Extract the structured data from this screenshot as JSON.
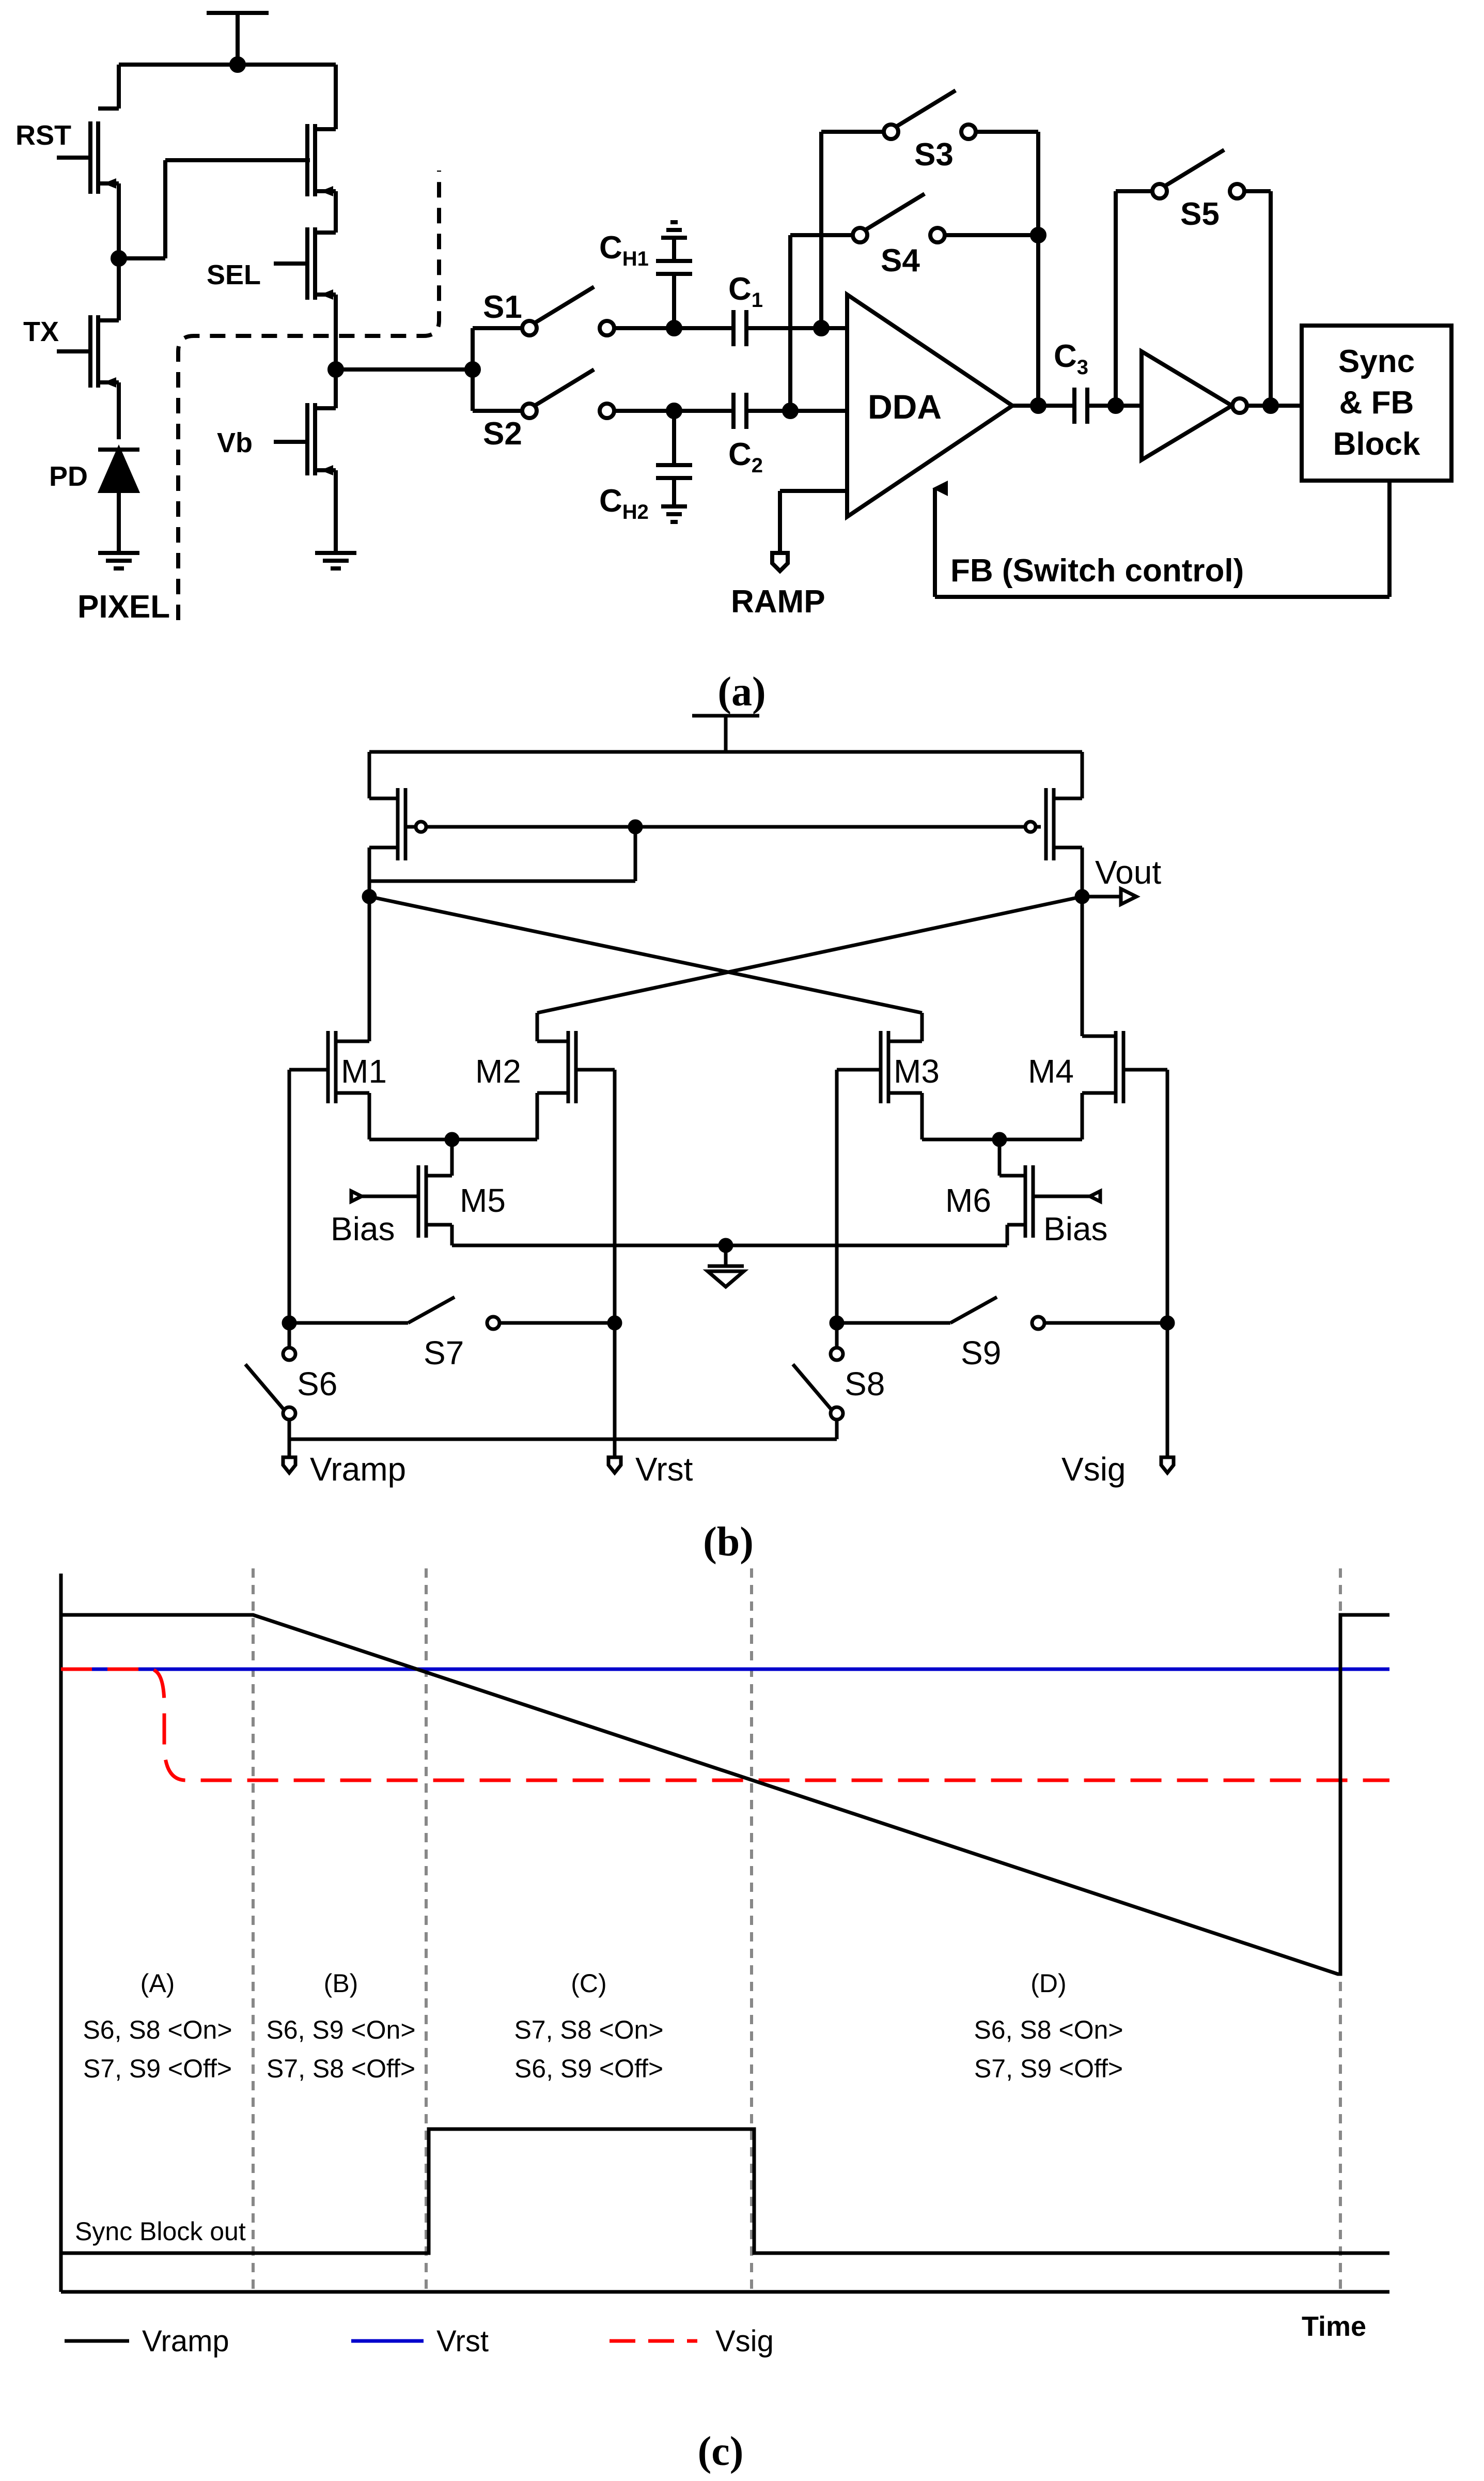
{
  "panel_a": {
    "caption": "(a)",
    "labels": {
      "rst": "RST",
      "tx": "TX",
      "pd": "PD",
      "sel": "SEL",
      "vb": "Vb",
      "pixel": "PIXEL",
      "s1": "S1",
      "s2": "S2",
      "s3": "S3",
      "s4": "S4",
      "s5": "S5",
      "ch1_main": "C",
      "ch1_sub": "H1",
      "ch2_main": "C",
      "ch2_sub": "H2",
      "c1_main": "C",
      "c1_sub": "1",
      "c2_main": "C",
      "c2_sub": "2",
      "c3_main": "C",
      "c3_sub": "3",
      "dda": "DDA",
      "ramp": "RAMP",
      "sync_line1": "Sync",
      "sync_line2": "& FB",
      "sync_line3": "Block",
      "fb": "FB (Switch control)"
    }
  },
  "panel_b": {
    "caption": "(b)",
    "labels": {
      "vout": "Vout",
      "m1": "M1",
      "m2": "M2",
      "m3": "M3",
      "m4": "M4",
      "m5": "M5",
      "m6": "M6",
      "bias_left": "Bias",
      "bias_right": "Bias",
      "s6": "S6",
      "s7": "S7",
      "s8": "S8",
      "s9": "S9",
      "vramp": "Vramp",
      "vrst": "Vrst",
      "vsig": "Vsig"
    }
  },
  "panel_c": {
    "caption": "(c)",
    "phases": [
      {
        "id": "(A)",
        "line1": "S6, S8 <On>",
        "line2": "S7, S9 <Off>"
      },
      {
        "id": "(B)",
        "line1": "S6, S9 <On>",
        "line2": "S7, S8 <Off>"
      },
      {
        "id": "(C)",
        "line1": "S7, S8 <On>",
        "line2": "S6, S9 <Off>"
      },
      {
        "id": "(D)",
        "line1": "S6, S8 <On>",
        "line2": "S7, S9 <Off>"
      }
    ],
    "sync_label": "Sync Block out",
    "time_label": "Time",
    "legend": [
      {
        "name": "Vramp",
        "color": "#000000",
        "dash": false
      },
      {
        "name": "Vrst",
        "color": "#0000cc",
        "dash": false
      },
      {
        "name": "Vsig",
        "color": "#ff0000",
        "dash": true
      }
    ]
  }
}
